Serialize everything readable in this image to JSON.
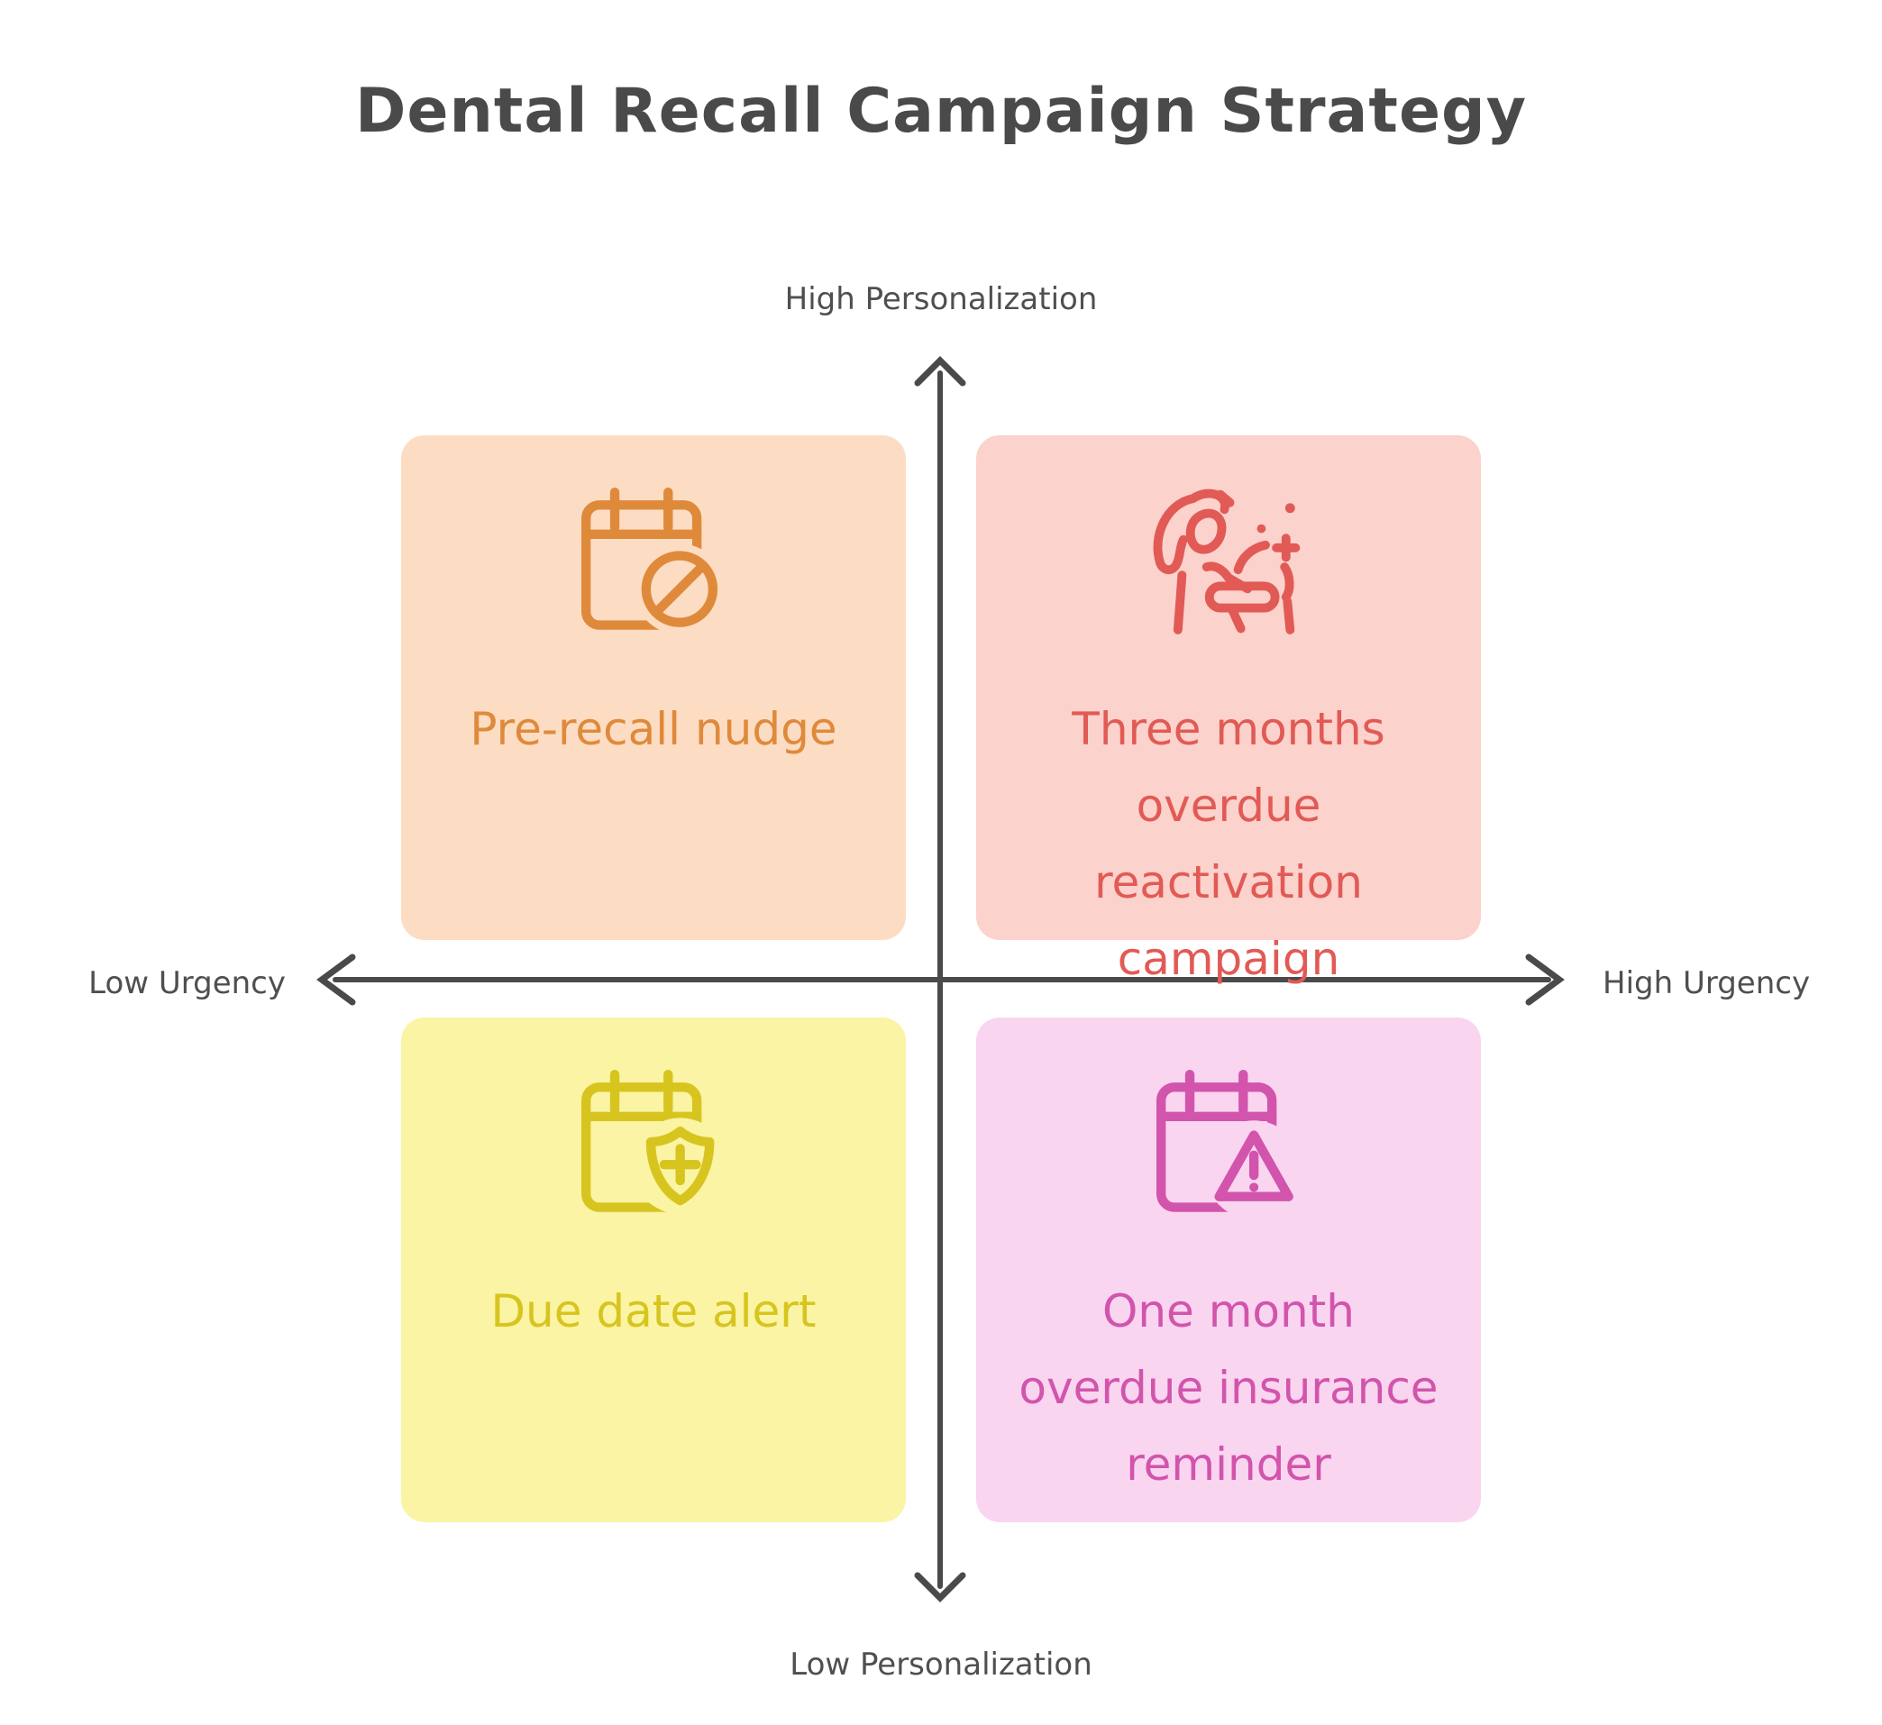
{
  "title": "Dental Recall Campaign Strategy",
  "axes": {
    "y_top_label": "High Personalization",
    "y_bottom_label": "Low Personalization",
    "x_left_label": "Low Urgency",
    "x_right_label": "High Urgency"
  },
  "quadrants": [
    {
      "position": "top-left",
      "meaning": "low urgency / high personalization",
      "label": "Pre-recall nudge",
      "icon": "calendar-blocked-icon",
      "bg_color": "#FCDDC4",
      "text_color": "#DF8A3B"
    },
    {
      "position": "top-right",
      "meaning": "high urgency / high personalization",
      "label": "Three months\noverdue\nreactivation\ncampaign",
      "icon": "dental-hygienist-patient-icon",
      "bg_color": "#FBD2CC",
      "text_color": "#E25A55"
    },
    {
      "position": "bottom-left",
      "meaning": "low urgency / low personalization",
      "label": "Due date alert",
      "icon": "calendar-shield-plus-icon",
      "bg_color": "#FAF4A4",
      "text_color": "#D8C41F"
    },
    {
      "position": "bottom-right",
      "meaning": "high urgency / low personalization",
      "label": "One month\noverdue insurance\nreminder",
      "icon": "calendar-warning-icon",
      "bg_color": "#F9D5F0",
      "text_color": "#D254AC"
    }
  ],
  "colors": {
    "axis": "#4A4A4A",
    "title": "#4A4A4A",
    "axis_label": "#4F4F4F"
  }
}
